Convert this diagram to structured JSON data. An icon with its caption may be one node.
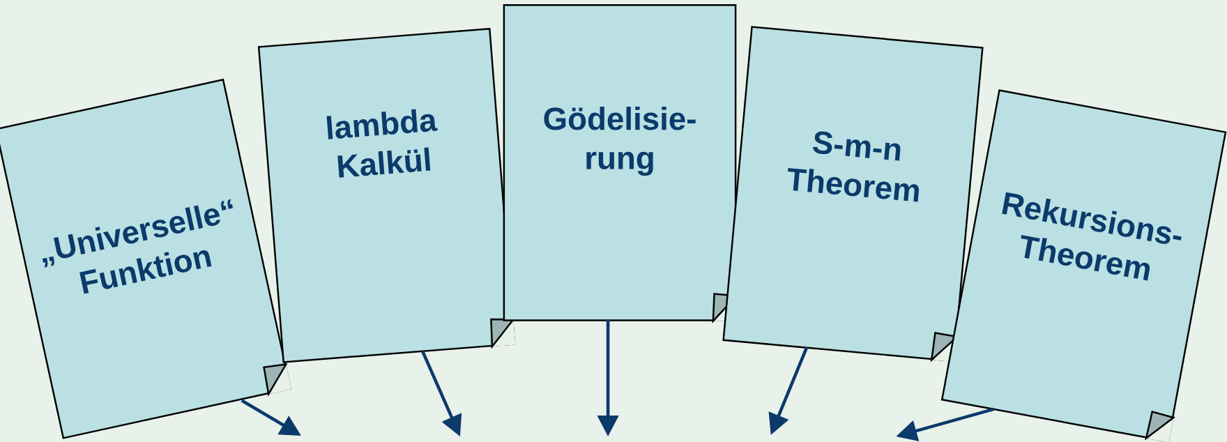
{
  "diagram": {
    "nodes": [
      {
        "text": [
          "„Universelle“ Funktion"
        ]
      },
      {
        "text": [
          "lambda Kalkül"
        ]
      },
      {
        "text": [
          "Gödelisie- rung"
        ]
      },
      {
        "text": [
          "S-m-n Theorem"
        ]
      },
      {
        "text": [
          "Rekursions- Theorem"
        ]
      }
    ],
    "edges": [
      {
        "from": 0,
        "to": null,
        "arrow": "to"
      },
      {
        "from": 1,
        "to": null,
        "arrow": "to"
      },
      {
        "from": 2,
        "to": null,
        "arrow": "to"
      },
      {
        "from": 3,
        "to": null,
        "arrow": "to"
      },
      {
        "from": 4,
        "to": null,
        "arrow": "to"
      }
    ]
  }
}
